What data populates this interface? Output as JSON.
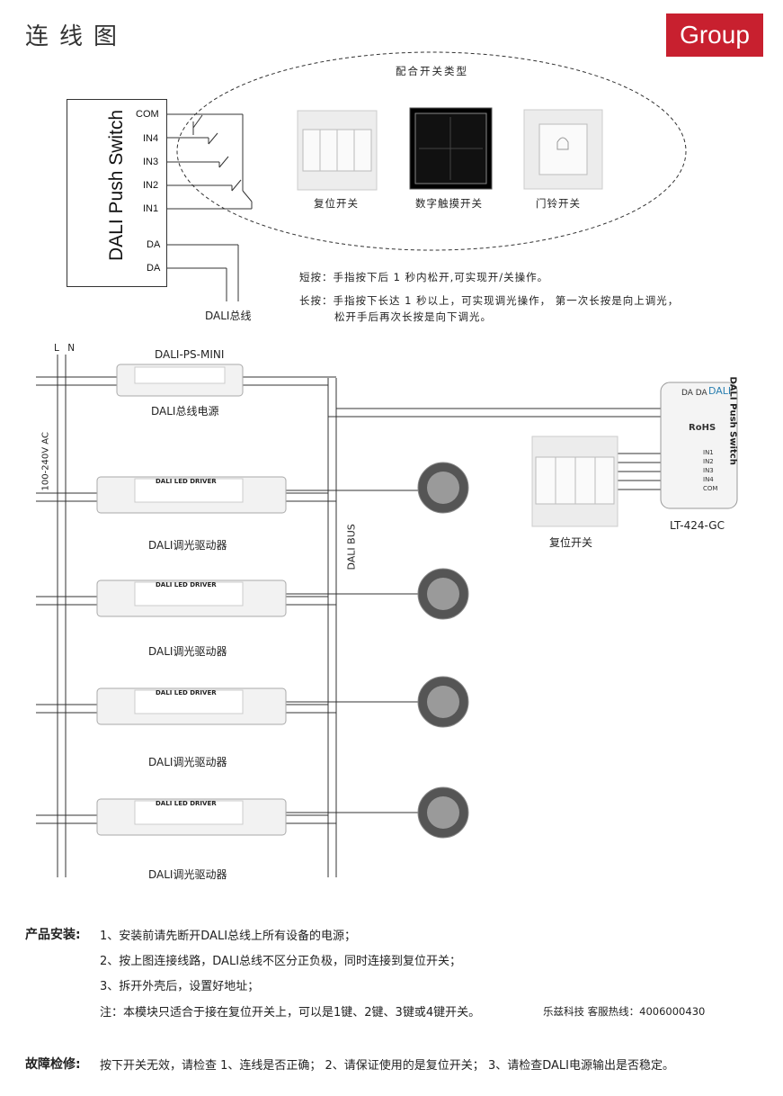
{
  "header": {
    "title": "连线图",
    "badge": "Group"
  },
  "push_switch": {
    "name": "DALI Push Switch",
    "pins": [
      "COM",
      "IN4",
      "IN3",
      "IN2",
      "IN1",
      "DA",
      "DA"
    ],
    "bus_label": "DALI总线"
  },
  "switch_types": {
    "heading": "配合开关类型",
    "items": [
      "复位开关",
      "数字触摸开关",
      "门铃开关"
    ]
  },
  "press_notes": {
    "short": "短按：手指按下后 1 秒内松开,可实现开/关操作。",
    "long_1": "长按：手指按下长达 1 秒以上，可实现调光操作， 第一次长按是向上调光，",
    "long_2": "松开手后再次长按是向下调光。"
  },
  "wiring": {
    "ln_label": "L N",
    "ac_label": "100-240V AC",
    "psu_model": "DALI-PS-MINI",
    "psu_label": "DALI总线电源",
    "driver_label": "DALI调光驱动器",
    "driver_face_text": "DALI LED DRIVER",
    "bus_label": "DALI BUS",
    "reset_switch_label": "复位开关",
    "module_model": "LT-424-GC",
    "module_face_title": "DALI Push Switch",
    "module_face_brand": "DALI",
    "module_face_pins": [
      "IN1",
      "IN2",
      "IN3",
      "IN4",
      "COM"
    ],
    "module_face_da": "DA DA",
    "module_face_rohs": "RoHS"
  },
  "install": {
    "heading": "产品安装:",
    "steps": [
      "1、安装前请先断开DALI总线上所有设备的电源；",
      "2、按上图连接线路，DALI总线不区分正负极，同时连接到复位开关；",
      "3、拆开外壳后，设置好地址；"
    ],
    "note": "注：本模块只适合于接在复位开关上，可以是1键、2键、3键或4键开关。",
    "brand": "乐兹科技 客服热线：4006000430"
  },
  "troubleshoot": {
    "heading": "故障检修:",
    "text": "按下开关无效，请检查 1、连线是否正确； 2、请保证使用的是复位开关； 3、请检查DALI电源输出是否稳定。"
  },
  "colors": {
    "accent": "#c8202f"
  }
}
